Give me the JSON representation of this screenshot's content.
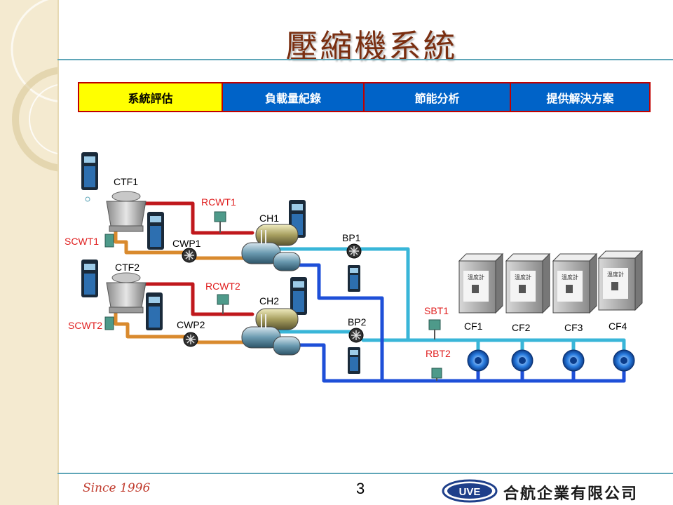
{
  "title": "壓縮機系統",
  "tabs": [
    {
      "label": "系統評估",
      "active": true
    },
    {
      "label": "負載量紀錄",
      "active": false
    },
    {
      "label": "節能分析",
      "active": false
    },
    {
      "label": "提供解決方案",
      "active": false
    }
  ],
  "diagram": {
    "labels": {
      "ctf1": "CTF1",
      "ctf2": "CTF2",
      "ch1": "CH1",
      "ch2": "CH2",
      "cwp1": "CWP1",
      "cwp2": "CWP2",
      "bp1": "BP1",
      "bp2": "BP2",
      "cf1": "CF1",
      "cf2": "CF2",
      "cf3": "CF3",
      "cf4": "CF4"
    },
    "sensors": {
      "rcwt1": "RCWT1",
      "rcwt2": "RCWT2",
      "scwt1": "SCWT1",
      "scwt2": "SCWT2",
      "sbt1": "SBT1",
      "rbt2": "RBT2"
    },
    "thermostat_label": "溫度計",
    "colors": {
      "hot_pipe": "#c0181c",
      "warm_pipe": "#d98a2e",
      "cold_pipe": "#1e4fd8",
      "chilled_pipe": "#39b6d8",
      "sensor_label": "#e02020"
    }
  },
  "footer": {
    "since": "Since 1996",
    "page_number": "3",
    "logo_text": "UVE",
    "company": "合航企業有限公司"
  }
}
